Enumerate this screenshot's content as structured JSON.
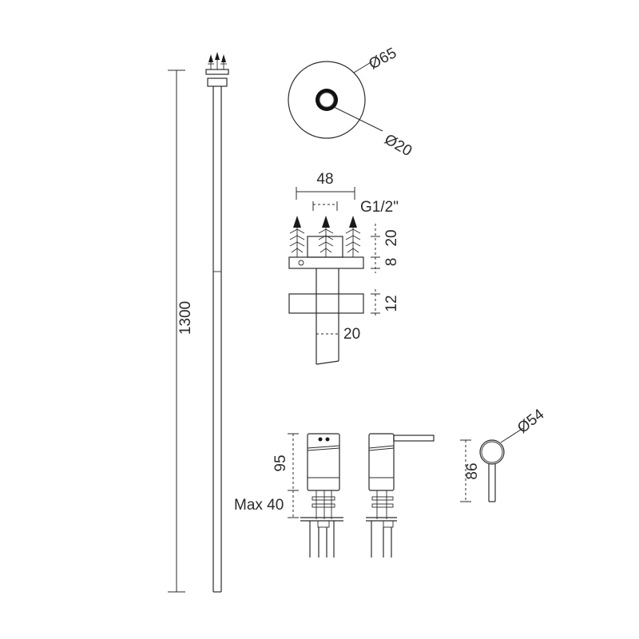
{
  "labels": {
    "height_total": "1300",
    "flange_diameter": "Ø65",
    "pipe_diameter": "Ø20",
    "bolt_spacing": "48",
    "thread": "G1/2\"",
    "anchor_length": "20",
    "bracket_height": "8",
    "flange_thickness": "12",
    "pipe_width": "20",
    "mixer_height": "95",
    "max_mount": "Max 40",
    "handle_height": "86",
    "handle_diameter": "Ø54"
  }
}
